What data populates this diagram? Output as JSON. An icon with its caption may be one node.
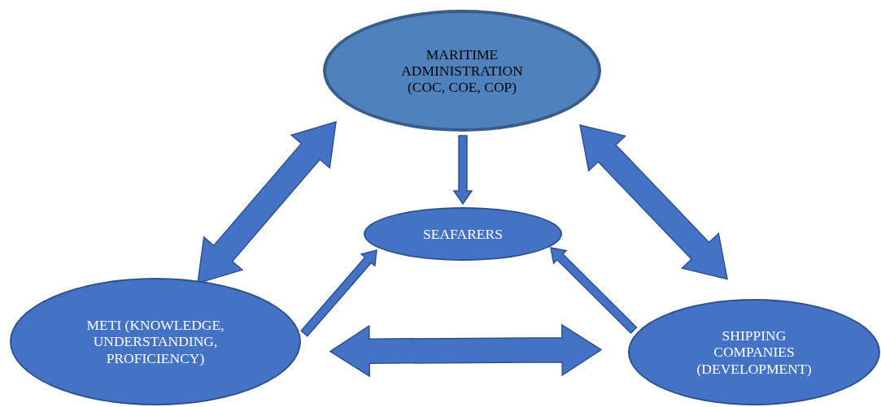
{
  "diagram": {
    "nodes": [
      {
        "text": [
          "MARITIME ADMINISTRATION (COC, COE, COP)"
        ]
      },
      {
        "text": [
          "SEAFARERS"
        ]
      },
      {
        "text": [
          "METI (KNOWLEDGE, UNDERSTANDING, PROFICIENCY)"
        ]
      },
      {
        "text": [
          "SHIPPING COMPANIES (DEVELOPMENT)"
        ]
      }
    ],
    "edges": [
      {
        "from": 0,
        "to": 1,
        "arrow": "to"
      },
      {
        "from": 0,
        "to": 2,
        "arrow": "both",
        "style": "thick"
      },
      {
        "from": 0,
        "to": 3,
        "arrow": "both",
        "style": "thick"
      },
      {
        "from": 2,
        "to": 1,
        "arrow": "to"
      },
      {
        "from": 3,
        "to": 1,
        "arrow": "to"
      },
      {
        "from": 2,
        "to": 3,
        "arrow": "both",
        "style": "thick"
      }
    ]
  }
}
